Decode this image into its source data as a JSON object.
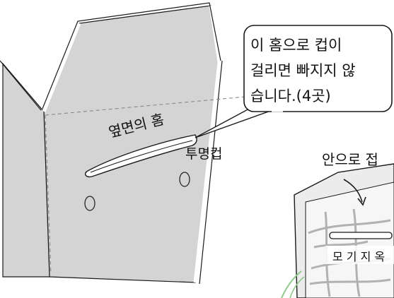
{
  "callout": {
    "line1": "이 홈으로 컵이",
    "line2": "걸리면 빠지지 않",
    "line3": "습니다.(4곳)"
  },
  "labels": {
    "side_groove": "옆면의 홈",
    "clear_cup": "투명컵",
    "fold_inside": "안으로 접",
    "mosquito": "모 기 지 옥"
  },
  "colors": {
    "box_face": "#d4d4d4",
    "box_edge": "#ffffff",
    "outline": "#1a1a1a",
    "callout_bg": "#ffffff",
    "greenery": "#8fc98a"
  },
  "icons": [
    "curved-arrow-icon"
  ]
}
